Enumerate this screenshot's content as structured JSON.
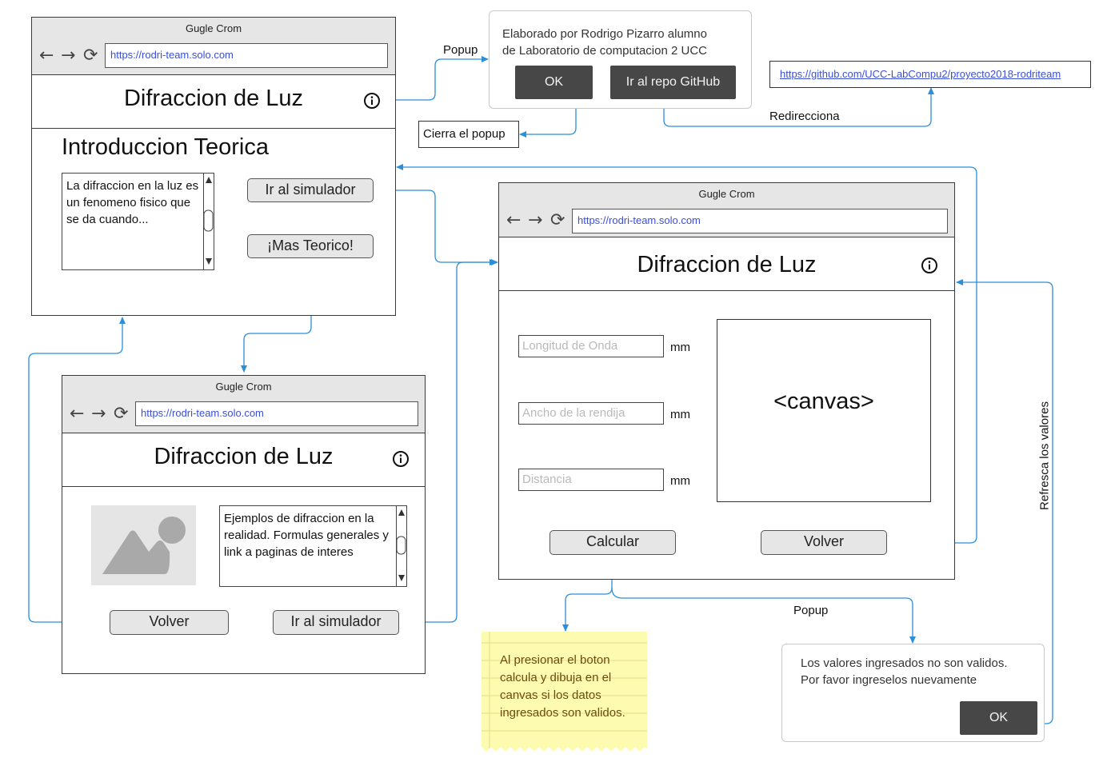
{
  "browser_title": "Gugle Crom",
  "url": "https://rodri-team.solo.com",
  "app_title": "Difraccion de Luz",
  "colors": {
    "connector": "#2b8fd9",
    "link": "#3b4fd6",
    "dark_button": "#474747",
    "note_bg": "#fdfbb0",
    "note_text": "#6b4a12"
  },
  "win_intro": {
    "heading": "Introduccion Teorica",
    "text": "La difraccion en la luz es un fenomeno fisico que se da cuando...",
    "btn_simulator": "Ir al simulador",
    "btn_more": "¡Mas Teorico!"
  },
  "popup_info": {
    "line1": "Elaborado por Rodrigo Pizarro alumno",
    "line2": "de Laboratorio de computacion 2 UCC",
    "btn_ok": "OK",
    "btn_repo": "Ir al repo GitHub"
  },
  "repo_link": "https://github.com/UCC-LabCompu2/proyecto2018-rodriteam",
  "labels": {
    "popup": "Popup",
    "close_popup": "Cierra el popup",
    "redirect": "Redirecciona",
    "refresh": "Refresca los valores",
    "popup2": "Popup"
  },
  "win_examples": {
    "image_icon": "image-placeholder-icon",
    "text": "Ejemplos de difraccion en la realidad. Formulas generales y link a paginas de interes",
    "btn_back": "Volver",
    "btn_simulator": "Ir al simulador"
  },
  "win_sim": {
    "placeholder_wavelength": "Longitud de Onda",
    "placeholder_width": "Ancho de la rendija",
    "placeholder_distance": "Distancia",
    "unit": "mm",
    "canvas_label": "<canvas>",
    "btn_calc": "Calcular",
    "btn_back": "Volver"
  },
  "note": {
    "text": "Al presionar el boton calcula y dibuja en el canvas si los datos ingresados son validos."
  },
  "popup_error": {
    "line1": "Los valores ingresados no son validos.",
    "line2": "Por favor ingreselos nuevamente",
    "btn_ok": "OK"
  }
}
